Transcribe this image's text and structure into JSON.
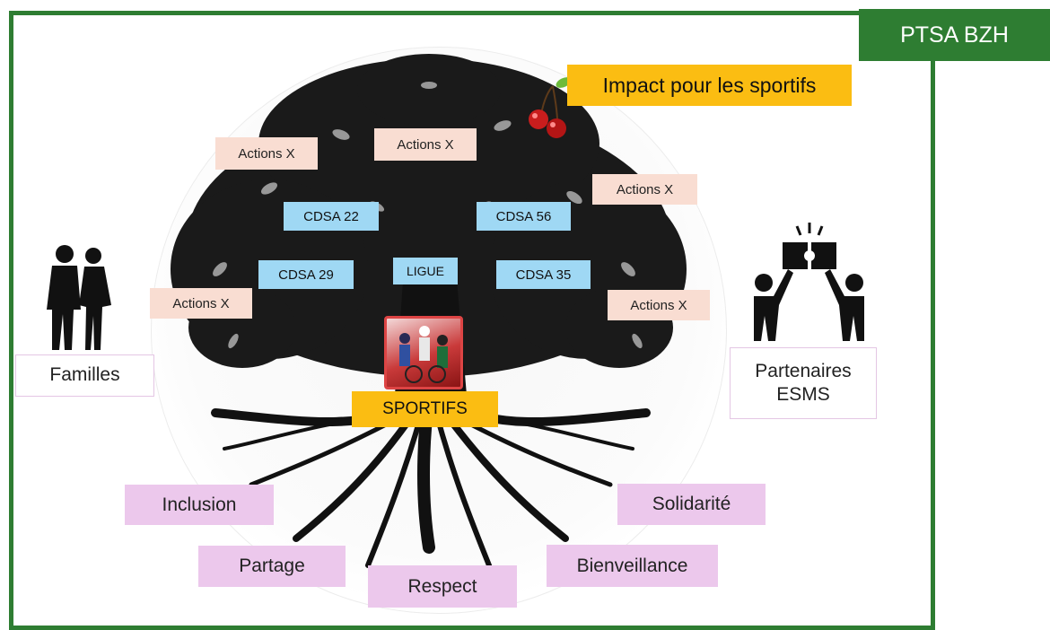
{
  "header": {
    "title": "PTSA BZH"
  },
  "tree": {
    "fruit_label": "Impact pour les sportifs",
    "trunk_label": "SPORTIFS",
    "center_label": "LIGUE",
    "branches": [
      "CDSA 22",
      "CDSA 56",
      "CDSA 29",
      "CDSA 35"
    ],
    "actions": [
      "Actions X",
      "Actions X",
      "Actions X",
      "Actions X",
      "Actions X"
    ]
  },
  "left": {
    "label": "Familles",
    "icon": "couple-silhouette-icon"
  },
  "right": {
    "label_line1": "Partenaires",
    "label_line2": "ESMS",
    "icon": "puzzle-partners-icon"
  },
  "values": [
    "Inclusion",
    "Solidarité",
    "Partage",
    "Bienveillance",
    "Respect"
  ],
  "colors": {
    "frame": "#2e7d32",
    "gold": "#fbbd12",
    "blue": "#9fd8f4",
    "peach": "#f9ddd2",
    "pink": "#ecc8ec"
  }
}
